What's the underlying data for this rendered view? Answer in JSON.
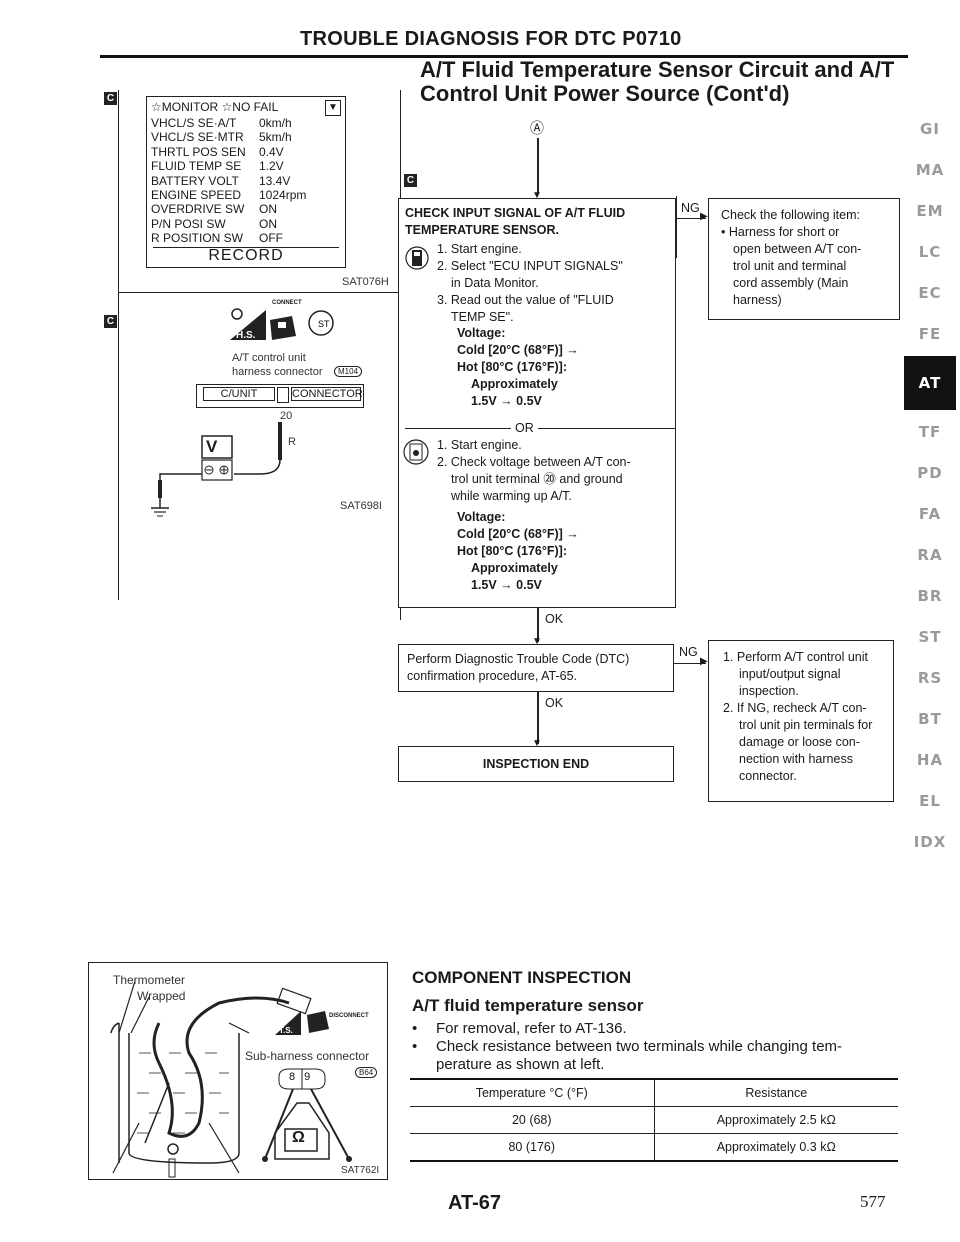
{
  "header": {
    "title": "TROUBLE DIAGNOSIS FOR DTC P0710",
    "subtitle_line1": "A/T Fluid Temperature Sensor Circuit and A/T",
    "subtitle_line2": "Control Unit Power Source (Cont'd)"
  },
  "marker": "C",
  "monitor": {
    "title": "☆MONITOR  ☆NO FAIL",
    "rows": [
      {
        "k": "VHCL/S SE·A/T",
        "v": "0km/h"
      },
      {
        "k": "VHCL/S SE·MTR",
        "v": "5km/h"
      },
      {
        "k": "THRTL POS SEN",
        "v": "0.4V"
      },
      {
        "k": "FLUID TEMP SE",
        "v": "1.2V"
      },
      {
        "k": "BATTERY VOLT",
        "v": "13.4V"
      },
      {
        "k": "ENGINE SPEED",
        "v": "1024rpm"
      },
      {
        "k": "OVERDRIVE SW",
        "v": "ON"
      },
      {
        "k": "P/N POSI SW",
        "v": "ON"
      },
      {
        "k": "R POSITION SW",
        "v": "OFF"
      }
    ],
    "record": "RECORD",
    "fig": "SAT076H"
  },
  "connector_fig": {
    "connect": "CONNECT",
    "hs": "H.S.",
    "caption1": "A/T control unit",
    "caption2": "harness connector",
    "conn_id": "M104",
    "cunit": "C/UNIT",
    "connector": "CONNECTOR",
    "pin": "20",
    "wire": "R",
    "meter": "V",
    "fig": "SAT698I"
  },
  "flow": {
    "entry": "Ⓐ",
    "check_title1": "CHECK INPUT SIGNAL OF A/T FLUID",
    "check_title2": "TEMPERATURE SENSOR.",
    "steps_a": [
      "1. Start engine.",
      "2. Select \"ECU INPUT SIGNALS\"",
      "in Data Monitor.",
      "3. Read out the value of \"FLUID",
      "TEMP SE\"."
    ],
    "voltage_label": "Voltage:",
    "cold": "Cold [20°C (68°F)] →",
    "hot": "Hot [80°C (176°F)]:",
    "approx": "Approximately",
    "range": "1.5V → 0.5V",
    "or": "OR",
    "steps_b": [
      "1. Start engine.",
      "2. Check voltage between A/T con-",
      "trol unit terminal ⑳ and ground",
      "while warming up A/T."
    ],
    "ng": "NG",
    "ok": "OK",
    "ng_box_title": "Check the following item:",
    "ng_box_items": [
      "• Harness for short or",
      "open between A/T con-",
      "trol unit and terminal",
      "cord assembly (Main",
      "harness)"
    ],
    "dtc_line1": "Perform Diagnostic Trouble Code (DTC)",
    "dtc_line2": "confirmation procedure, AT-65.",
    "ng2_items": [
      "1. Perform A/T control unit",
      "input/output signal",
      "inspection.",
      "2. If NG, recheck A/T con-",
      "trol unit pin terminals for",
      "damage or loose con-",
      "nection with harness",
      "connector."
    ],
    "end": "INSPECTION END"
  },
  "thermo_fig": {
    "thermometer": "Thermometer",
    "wrapped": "Wrapped",
    "disconnect": "DISCONNECT",
    "ts": "T.S.",
    "caption": "Sub-harness connector",
    "conn_id": "B64",
    "pins": "8 9",
    "ohm": "Ω",
    "fig": "SAT762I"
  },
  "component": {
    "heading": "COMPONENT INSPECTION",
    "subheading": "A/T fluid temperature sensor",
    "bullets": [
      "For removal, refer to AT-136.",
      "Check resistance between two terminals while changing tem-"
    ],
    "bullet_cont": "perature as shown at left.",
    "table": {
      "headers": [
        "Temperature °C (°F)",
        "Resistance"
      ],
      "rows": [
        [
          "20 (68)",
          "Approximately 2.5 kΩ"
        ],
        [
          "80 (176)",
          "Approximately 0.3 kΩ"
        ]
      ]
    }
  },
  "footer": {
    "page_code": "AT-67",
    "page_num": "577"
  },
  "nav_tabs": [
    "GI",
    "MA",
    "EM",
    "LC",
    "EC",
    "FE",
    "AT",
    "TF",
    "PD",
    "FA",
    "RA",
    "BR",
    "ST",
    "RS",
    "BT",
    "HA",
    "EL",
    "IDX"
  ],
  "active_tab": "AT"
}
